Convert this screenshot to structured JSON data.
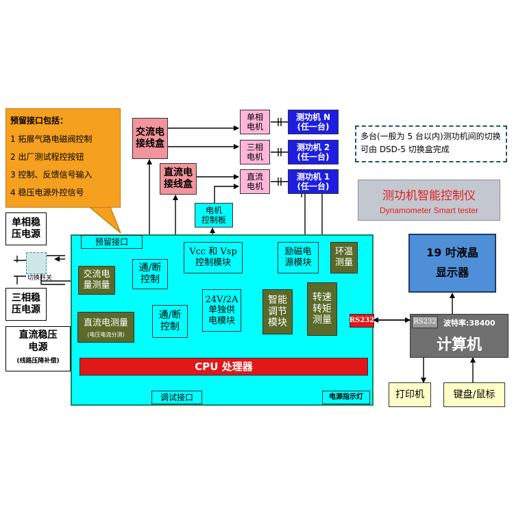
{
  "callout": {
    "title": "预留接口包括：",
    "items": [
      "1 拓展气路电磁阀控制",
      "2 出厂测试程控按钮",
      "3 控制、反馈信号输入",
      "4 稳压电源外控信号"
    ]
  },
  "power": {
    "single": "单相稳\n压电源",
    "three": "三相稳\n压电源",
    "switch": "切换开关",
    "dc": "直流稳压\n电源",
    "dc_note": "(线路压降补偿)"
  },
  "junctions": {
    "ac": "交流电\n接线盒",
    "dc": "直流电\n接线盒"
  },
  "motors": {
    "single": "单相\n电机",
    "three": "三相\n电机",
    "dc": "直流\n电机"
  },
  "dynos": {
    "n": "测功机 N\n(任一台)",
    "two": "测功机 2\n(任一台)",
    "one": "测功机 1\n(任一台)"
  },
  "note": "多台(一般为 5 台以内)测功机间的切换可由 DSD-5 切换盒完成",
  "product": {
    "title_cn": "测功机智能控制仪",
    "title_en": "Dynamometer Smart tester"
  },
  "motor_board": "电机\n控制板",
  "controller": {
    "reserved_port": "预留接口",
    "ac_measure": "交流电\n量测量",
    "switch1": "通/断\n控制",
    "switch2": "通/断\n控制",
    "dc_measure": "直流电测量",
    "dc_measure_note": "(电压电流分测)",
    "vcc": "Vcc 和 Vsp\n控制模块",
    "psu": "24V/2A\n单独供\n电模块",
    "excitation": "励磁电\n源模块",
    "temperature": "环温\n测量",
    "regulator": "智能\n调节\n模块",
    "speed_torque": "转速\n转矩\n测量",
    "rs232": "RS232",
    "cpu": "CPU 处理器",
    "debug_port": "调试接口",
    "indicator": "电源指示灯"
  },
  "lcd": "19 吋液晶\n显示器",
  "computer": {
    "rs232": "RS232",
    "baud": "波特率:38400",
    "label": "计算机"
  },
  "printer": "打印机",
  "keyboard": "键盘/鼠标",
  "colors": {
    "callout": "#f5a01f",
    "controller": "#00ffff",
    "controller_border": "#0b8a5e",
    "junction": "#f2949c",
    "motor": "#ffb6d9",
    "dyno": "#1e1ee0",
    "cpu": "#e01818",
    "olive": "#5a6a2a",
    "lcd": "#4f8fd8",
    "computer": "#6f6f6f",
    "lightyellow": "#ffffc8",
    "banner": "#c3c8d0",
    "title_red": "#e02020"
  }
}
